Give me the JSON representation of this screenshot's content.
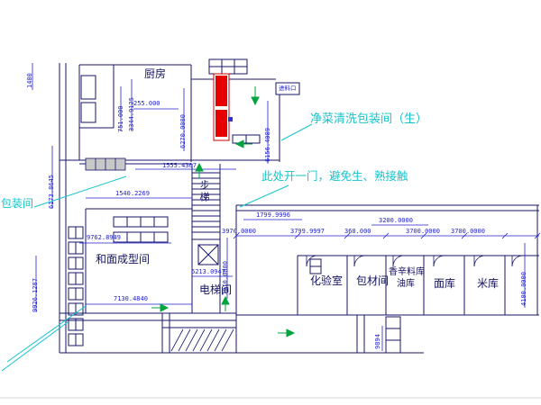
{
  "drawing": {
    "rooms": {
      "kitchen": "厨房",
      "clean_pack_room": "净菜清洗包装间（生）",
      "packaging_room": "包装间",
      "stair": "步梯",
      "dough_forming_room": "和面成型间",
      "elevator_room": "电梯间",
      "lab": "化验室",
      "packing_material_room": "包材间",
      "spice_store": "香辛料库",
      "oil_store": "油库",
      "flour_store": "面库",
      "rice_store": "米库",
      "feed_inlet": "进料口"
    },
    "note": "此处开一门，避免生、熟接触",
    "dims": {
      "d1400": "1400",
      "d751": "751.000",
      "d3344": "3344.9125",
      "d255": "255.000",
      "d6270": "6270.0000",
      "d6156": "6156.4089",
      "d6173": "6173.8645",
      "d1555": "1555.4367",
      "d1540": "1540.2269",
      "d1799": "1799.9996",
      "d3970": "3970.0000",
      "d3799": "3799.9997",
      "d360": "360.000",
      "d3200": "3200.0000",
      "d3700a": "3700.0000",
      "d3700b": "3700.0000",
      "d4100": "4100.0000",
      "d9762": "9762.8949",
      "d9926": "9926.1287",
      "d6213": "6213.0947",
      "d7910": "7910.0000",
      "d7130": "7130.4840",
      "d9894": "9894"
    },
    "colors": {
      "wall": "#15156b",
      "dimension": "#2222cc",
      "annotation": "#17c3cb",
      "flow_arrow": "#00a33e",
      "equipment": "#e60000"
    }
  }
}
